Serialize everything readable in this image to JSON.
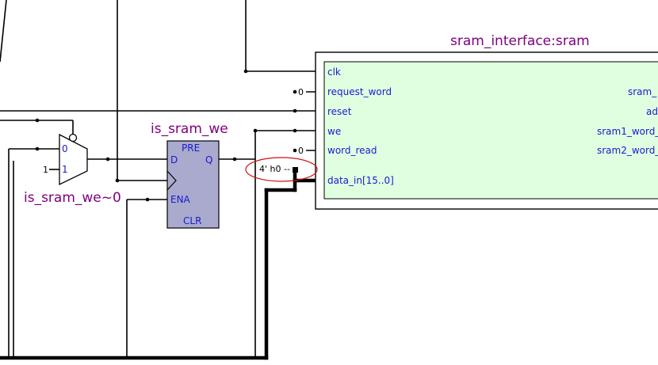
{
  "colors": {
    "wire": "#000000",
    "instance_fill": "#e0ffe0",
    "register_fill": "#a9aacd",
    "pin_text": "#1a1ad0",
    "title_text": "#800080",
    "highlight": "#d01010"
  },
  "sram_block": {
    "title": "sram_interface:sram",
    "inputs": [
      "clk",
      "request_word",
      "reset",
      "we",
      "word_read",
      "data_in[15..0]"
    ],
    "outputs": [
      "sram_",
      "ad",
      "sram1_word_",
      "sram2_word_"
    ],
    "const_request_word": "0",
    "const_word_read": "0"
  },
  "register": {
    "title": "is_sram_we",
    "pre": "PRE",
    "d": "D",
    "q": "Q",
    "ena": "ENA",
    "clr": "CLR"
  },
  "mux": {
    "title": "is_sram_we~0",
    "in0": "0",
    "in1": "1",
    "const_in1": "1"
  },
  "constant_label": "4' h0 --"
}
